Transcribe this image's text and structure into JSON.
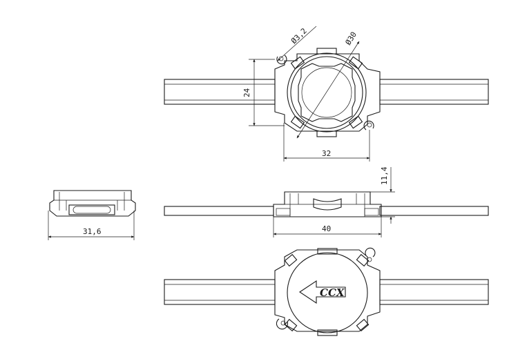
{
  "dimensions": {
    "hole_diameter": "Ø3,2",
    "body_diameter": "Ø30",
    "height_top": "24",
    "width_top": "32",
    "thickness": "11,4",
    "length_side": "40",
    "width_end": "31,6"
  },
  "logo": {
    "text": "CCX"
  },
  "colors": {
    "line": "#1a1a1a",
    "background": "#ffffff"
  }
}
